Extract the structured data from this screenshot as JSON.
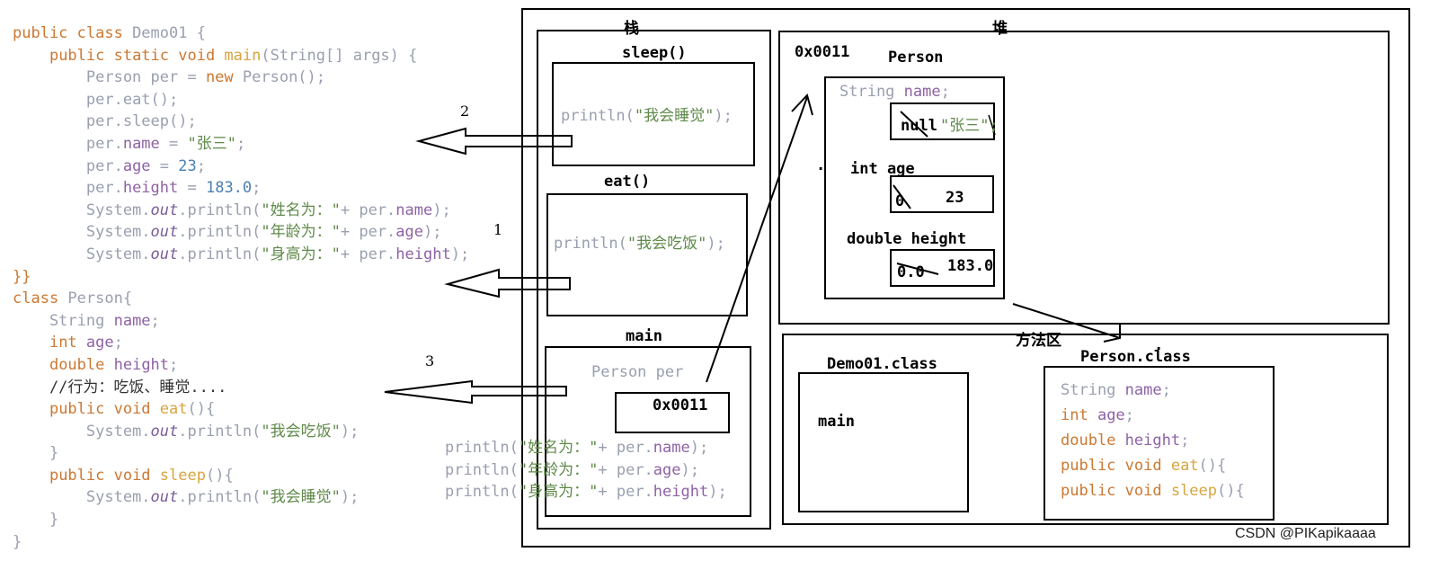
{
  "code": {
    "lines": [
      [
        [
          "kw",
          "public class "
        ],
        [
          "plain",
          "Demo01 {"
        ]
      ],
      [
        [
          "plain",
          "    "
        ],
        [
          "kw",
          "public static void "
        ],
        [
          "fn",
          "main"
        ],
        [
          "plain",
          "(String[] args) {"
        ]
      ],
      [
        [
          "plain",
          "        Person per = "
        ],
        [
          "kw",
          "new "
        ],
        [
          "plain",
          "Person();"
        ]
      ],
      [
        [
          "plain",
          "        per."
        ],
        [
          "plain",
          "eat();"
        ]
      ],
      [
        [
          "plain",
          "        per."
        ],
        [
          "plain",
          "sleep();"
        ]
      ],
      [
        [
          "plain",
          "        per."
        ],
        [
          "fld",
          "name"
        ],
        [
          "plain",
          " = "
        ],
        [
          "str",
          "\"张三\""
        ],
        [
          "plain",
          ";"
        ]
      ],
      [
        [
          "plain",
          "        per."
        ],
        [
          "fld",
          "age"
        ],
        [
          "plain",
          " = "
        ],
        [
          "num",
          "23"
        ],
        [
          "plain",
          ";"
        ]
      ],
      [
        [
          "plain",
          "        per."
        ],
        [
          "fld",
          "height"
        ],
        [
          "plain",
          " = "
        ],
        [
          "num",
          "183.0"
        ],
        [
          "plain",
          ";"
        ]
      ],
      [
        [
          "plain",
          "        System."
        ],
        [
          "ital",
          "out"
        ],
        [
          "plain",
          ".println("
        ],
        [
          "str",
          "\"姓名为：\""
        ],
        [
          "plain",
          "+ per."
        ],
        [
          "fld",
          "name"
        ],
        [
          "plain",
          ");"
        ]
      ],
      [
        [
          "plain",
          "        System."
        ],
        [
          "ital",
          "out"
        ],
        [
          "plain",
          ".println("
        ],
        [
          "str",
          "\"年龄为：\""
        ],
        [
          "plain",
          "+ per."
        ],
        [
          "fld",
          "age"
        ],
        [
          "plain",
          ");"
        ]
      ],
      [
        [
          "plain",
          "        System."
        ],
        [
          "ital",
          "out"
        ],
        [
          "plain",
          ".println("
        ],
        [
          "str",
          "\"身高为：\""
        ],
        [
          "plain",
          "+ per."
        ],
        [
          "fld",
          "height"
        ],
        [
          "plain",
          ");"
        ]
      ],
      [
        [
          "kw",
          "}}"
        ]
      ],
      [
        [
          "kw",
          "class "
        ],
        [
          "plain",
          "Person{"
        ]
      ],
      [
        [
          "plain",
          "    String "
        ],
        [
          "fld",
          "name"
        ],
        [
          "plain",
          ";"
        ]
      ],
      [
        [
          "plain",
          "    "
        ],
        [
          "kw",
          "int "
        ],
        [
          "fld",
          "age"
        ],
        [
          "plain",
          ";"
        ]
      ],
      [
        [
          "plain",
          "    "
        ],
        [
          "kw",
          "double "
        ],
        [
          "fld",
          "height"
        ],
        [
          "plain",
          ";"
        ]
      ],
      [
        [
          "cmt",
          "    //行为：吃饭、睡觉...."
        ]
      ],
      [
        [
          "plain",
          "    "
        ],
        [
          "kw",
          "public void "
        ],
        [
          "fn",
          "eat"
        ],
        [
          "plain",
          "(){"
        ]
      ],
      [
        [
          "plain",
          "        System."
        ],
        [
          "ital",
          "out"
        ],
        [
          "plain",
          ".println("
        ],
        [
          "str",
          "\"我会吃饭\""
        ],
        [
          "plain",
          ");"
        ]
      ],
      [
        [
          "plain",
          "    }"
        ]
      ],
      [
        [
          "plain",
          "    "
        ],
        [
          "kw",
          "public void "
        ],
        [
          "fn",
          "sleep"
        ],
        [
          "plain",
          "(){"
        ]
      ],
      [
        [
          "plain",
          "        System."
        ],
        [
          "ital",
          "out"
        ],
        [
          "plain",
          ".println("
        ],
        [
          "str",
          "\"我会睡觉\""
        ],
        [
          "plain",
          ");"
        ]
      ],
      [
        [
          "plain",
          "    }"
        ]
      ],
      [
        [
          "plain",
          "}"
        ]
      ]
    ]
  },
  "arrows": {
    "n2": "2",
    "n1": "1",
    "n3": "3"
  },
  "stack": {
    "title": "栈",
    "sleep_label": "sleep()",
    "sleep_body": [
      [
        "plain",
        "println("
      ],
      [
        "str",
        "\"我会睡觉\""
      ],
      [
        "plain",
        ");"
      ]
    ],
    "eat_label": "eat()",
    "eat_body": [
      [
        "plain",
        "println("
      ],
      [
        "str",
        "\"我会吃饭\""
      ],
      [
        "plain",
        ");"
      ]
    ],
    "main_label": "main",
    "main_var": "Person per",
    "main_addr": "0x0011",
    "main_print": [
      [
        [
          "plain",
          "println("
        ],
        [
          "str",
          "\"姓名为：\""
        ],
        [
          "plain",
          "+ per."
        ],
        [
          "fld",
          "name"
        ],
        [
          "plain",
          ");"
        ]
      ],
      [
        [
          "plain",
          "println("
        ],
        [
          "str",
          "\"年龄为：\""
        ],
        [
          "plain",
          "+ per."
        ],
        [
          "fld",
          "age"
        ],
        [
          "plain",
          ");"
        ]
      ],
      [
        [
          "plain",
          "println("
        ],
        [
          "str",
          "\"身高为：\""
        ],
        [
          "plain",
          "+ per."
        ],
        [
          "fld",
          "height"
        ],
        [
          "plain",
          ");"
        ]
      ]
    ]
  },
  "heap": {
    "title": "堆",
    "addr": "0x0011",
    "class_name": "Person",
    "field_name": [
      [
        "plain",
        "String "
      ],
      [
        "fld",
        "name"
      ],
      [
        "plain",
        ";"
      ]
    ],
    "name_old": "null",
    "name_new": "\"张三\";",
    "field_age": "int age",
    "age_old": "0",
    "age_new": "23",
    "field_height": "double height",
    "height_old": "0.0",
    "height_new": "183.0",
    "dot": "."
  },
  "method_area": {
    "title": "方法区",
    "demo_class": "Demo01.class",
    "demo_main": "main",
    "person_class": "Person.class",
    "person_lines": [
      [
        [
          "plain",
          "String "
        ],
        [
          "fld",
          "name"
        ],
        [
          "plain",
          ";"
        ]
      ],
      [
        [
          "kw",
          "int "
        ],
        [
          "fld",
          "age"
        ],
        [
          "plain",
          ";"
        ]
      ],
      [
        [
          "kw",
          "double "
        ],
        [
          "fld",
          "height"
        ],
        [
          "plain",
          ";"
        ]
      ],
      [
        [
          "kw",
          "public void "
        ],
        [
          "fn",
          "eat"
        ],
        [
          "plain",
          "(){"
        ]
      ],
      [
        [
          "kw",
          "public void "
        ],
        [
          "fn",
          "sleep"
        ],
        [
          "plain",
          "(){"
        ]
      ]
    ],
    "dot": "."
  },
  "watermark": "CSDN @PIKapikaaaa"
}
